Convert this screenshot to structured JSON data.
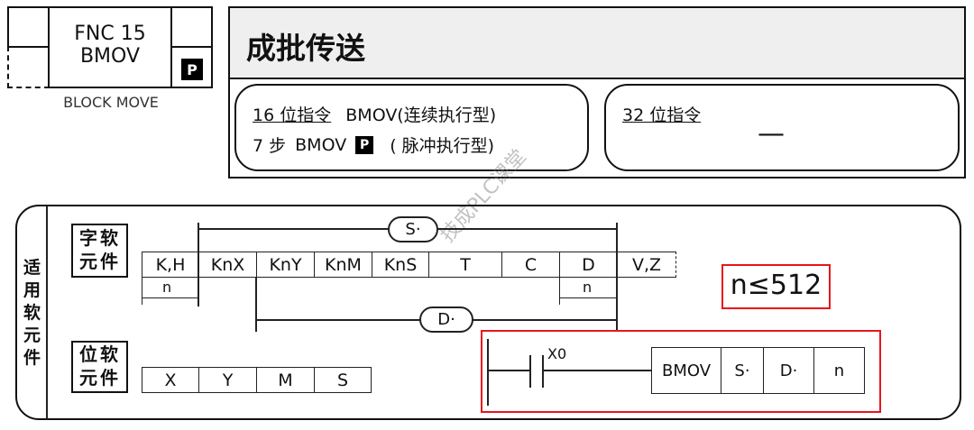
{
  "header_box": {
    "fnc": "FNC  15",
    "mnemonic": "BMOV",
    "pulse_badge": "P",
    "caption": "BLOCK MOVE"
  },
  "title": "成批传送",
  "bit16": {
    "label": "16 位指令",
    "mnemonic": "BMOV(连续执行型)",
    "steps": "7 步",
    "pulse_mnemonic": "BMOV",
    "pulse_badge": "P",
    "pulse_desc": "( 脉冲执行型)"
  },
  "bit32": {
    "label": "32 位指令",
    "value": "—"
  },
  "watermark": "技成PLC课堂",
  "devices": {
    "side_label": "适用软元件",
    "word_label": "字软元件",
    "bit_label": "位软元件",
    "word_cells": [
      "K,H",
      "KnX",
      "KnY",
      "KnM",
      "KnS",
      "T",
      "C",
      "D",
      "V,Z"
    ],
    "bit_cells": [
      "X",
      "Y",
      "M",
      "S"
    ],
    "source_label": "S·",
    "dest_label": "D·",
    "n_left": "n",
    "n_right": "n"
  },
  "limit": "n≤512",
  "ladder": {
    "contact": "X0",
    "cells": [
      "BMOV",
      "S·",
      "D·",
      "n"
    ]
  },
  "colors": {
    "highlight": "#e8161b",
    "title_bg": "#efefef"
  }
}
